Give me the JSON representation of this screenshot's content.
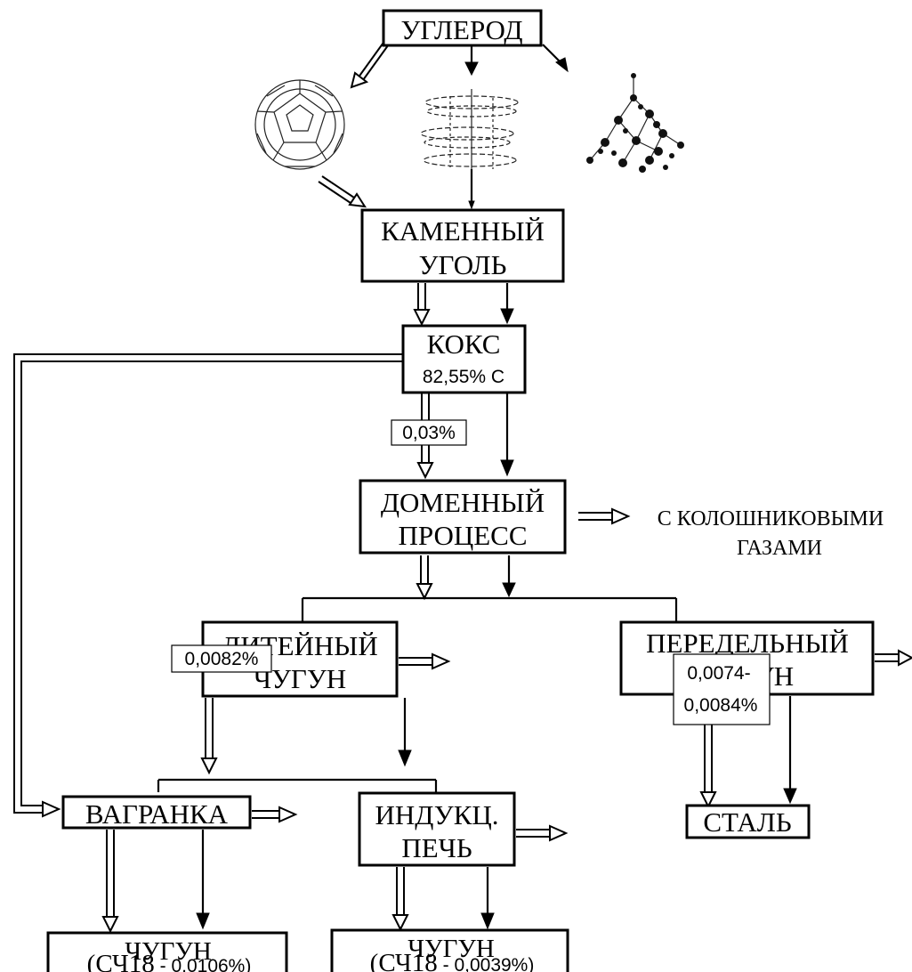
{
  "nodes": {
    "carbon": "УГЛЕРОД",
    "coal": [
      "КАМЕННЫЙ",
      "УГОЛЬ"
    ],
    "coke": "КОКС",
    "coke_carbon": "82,55% С",
    "blast_furnace": [
      "ДОМЕННЫЙ",
      "ПРОЦЕСС"
    ],
    "flue_gas": [
      "С КОЛОШНИКОВЫМИ",
      "ГАЗАМИ"
    ],
    "foundry_iron": [
      "ЛИТЕЙНЫЙ",
      "ЧУГУН"
    ],
    "conversion_iron": [
      "ПЕРЕДЕЛЬНЫЙ",
      "ЧУГУН"
    ],
    "cupola": "ВАГРАНКА",
    "induction_furnace": [
      "ИНДУКЦ.",
      "ПЕЧЬ"
    ],
    "steel": "СТАЛЬ",
    "cast_iron_cupola": {
      "title": "ЧУГУН",
      "grade": "(СЧ18",
      "value": " - 0,0106%)"
    },
    "cast_iron_induction": {
      "title": "ЧУГУН",
      "grade": "(СЧ18",
      "value": " - 0,0039%)"
    }
  },
  "percentages": {
    "coke_to_blast": "0,03%",
    "foundry_to_cupola": "0,0082%",
    "conversion_to_steel": [
      "0,0074-",
      "0,0084%"
    ]
  },
  "icons": [
    "fullerene-icon",
    "graphite-layers-icon",
    "diamond-lattice-icon"
  ]
}
